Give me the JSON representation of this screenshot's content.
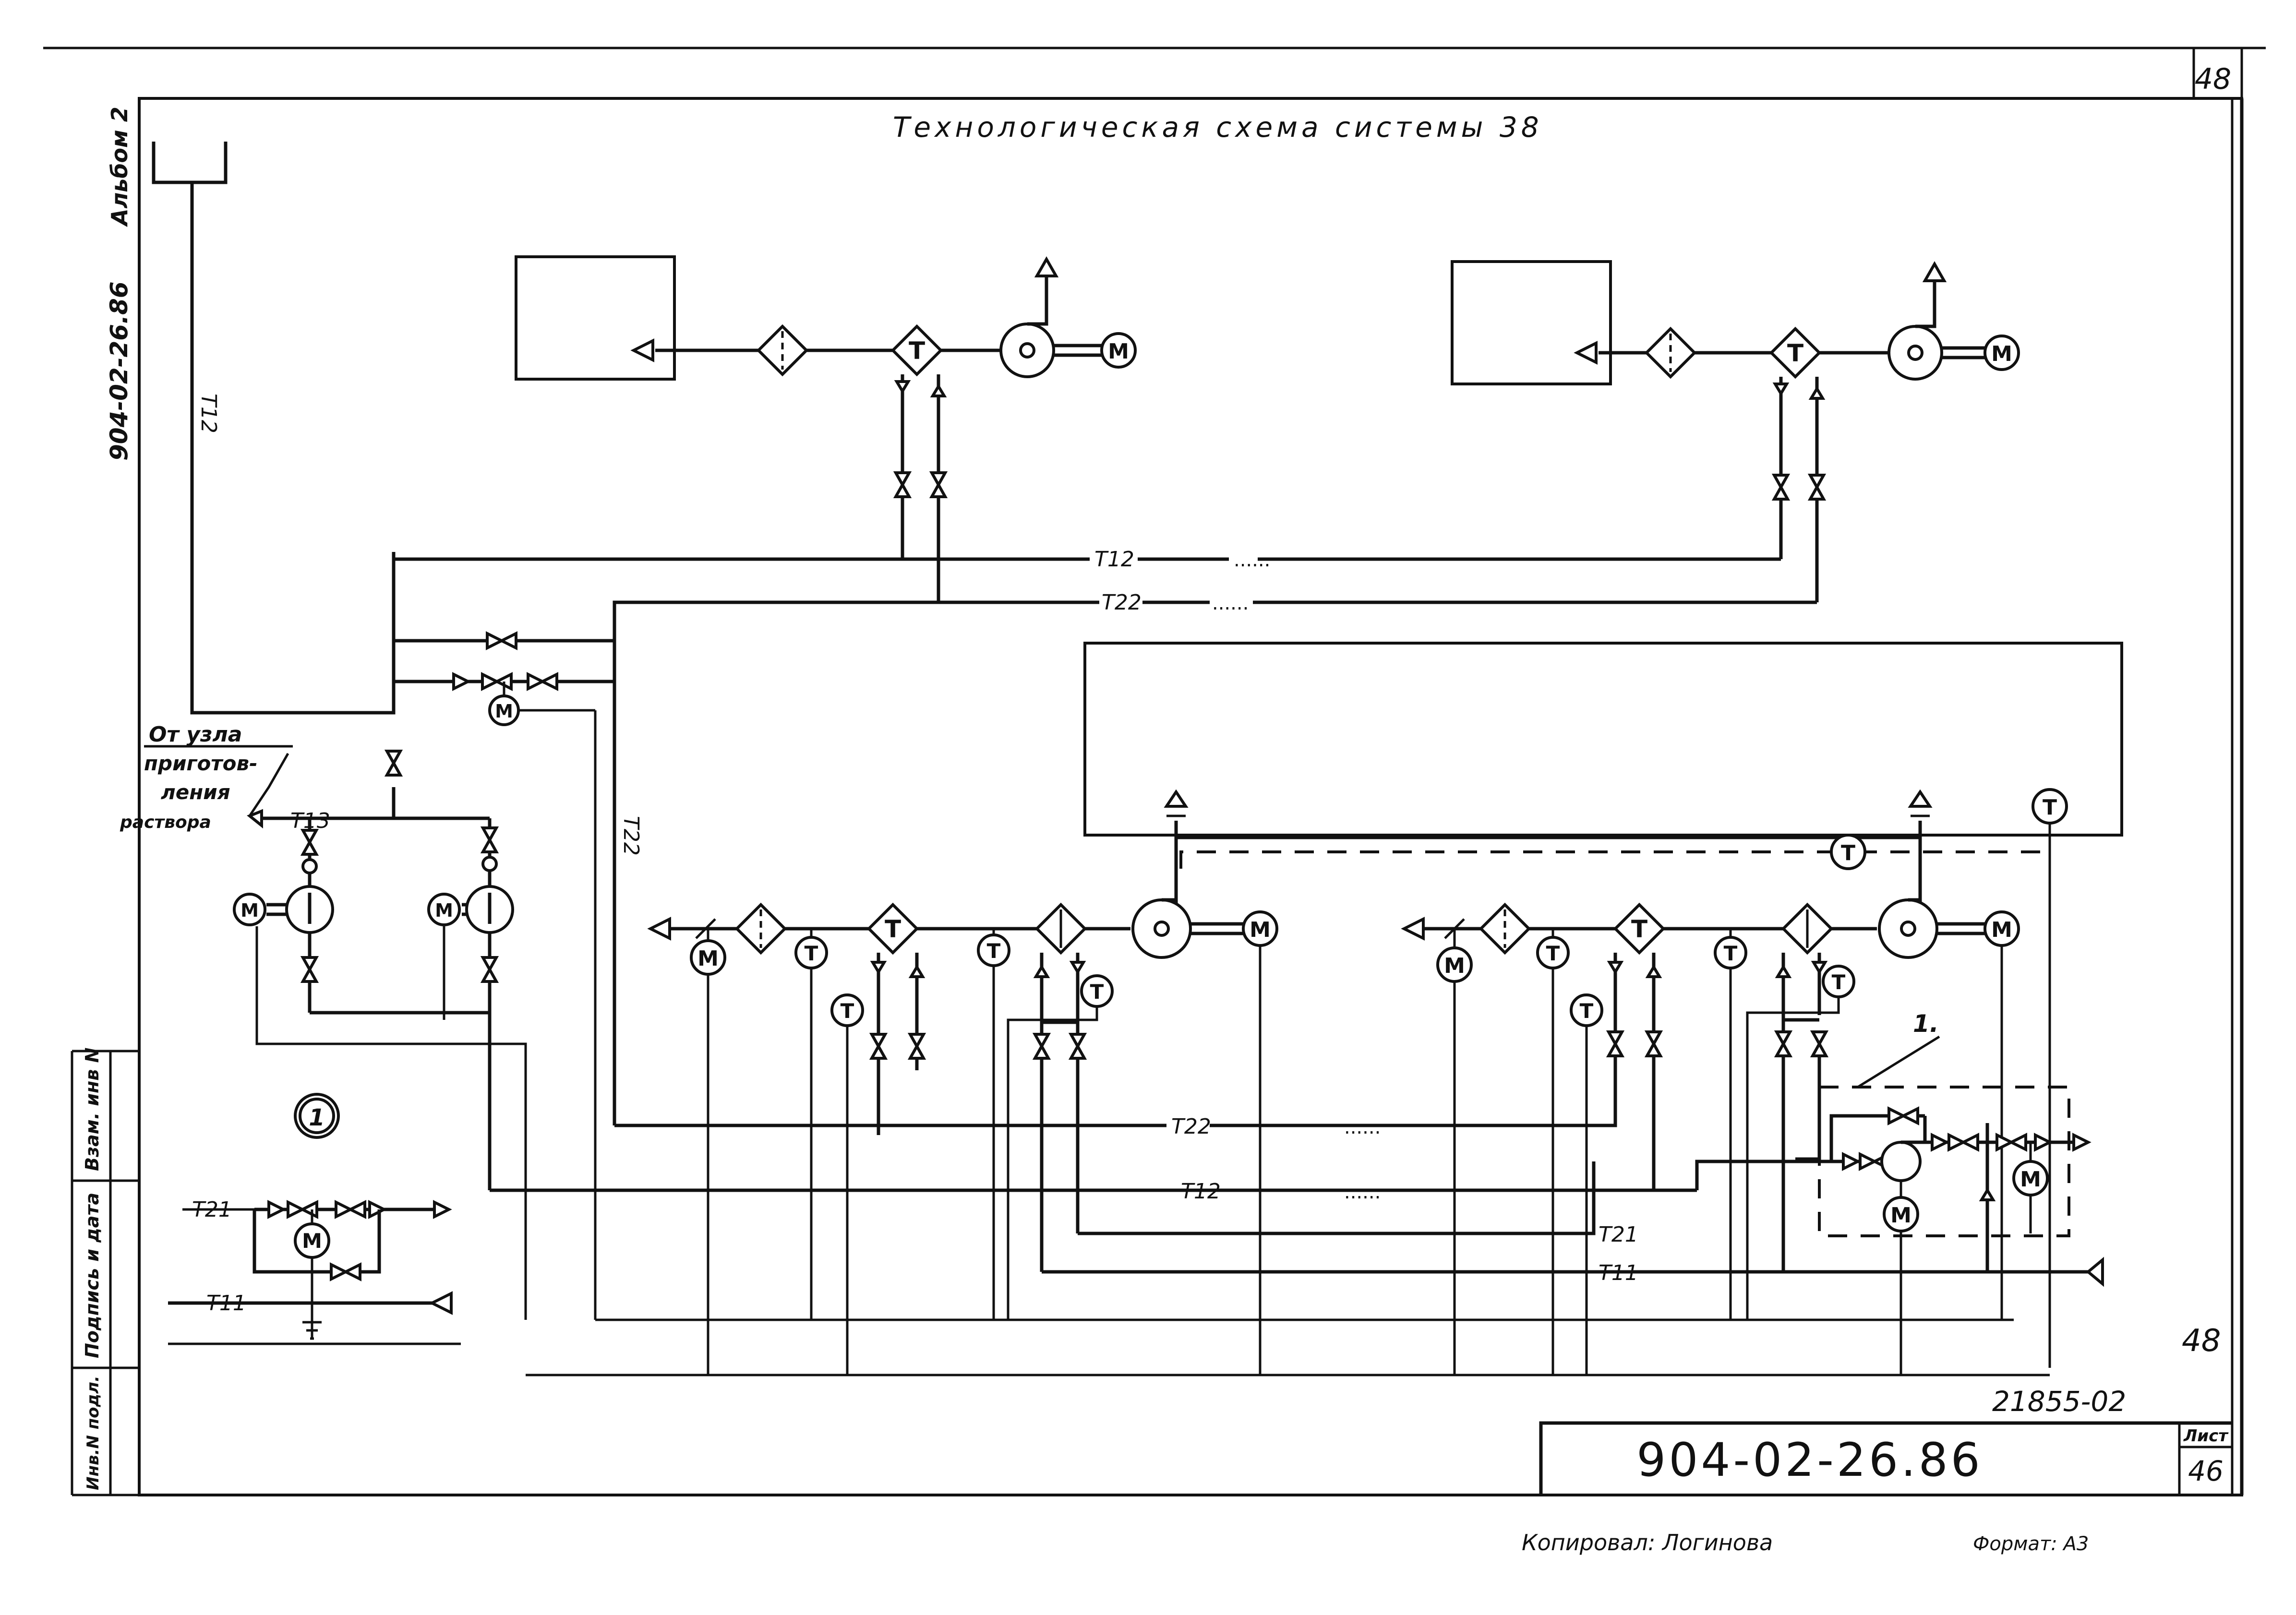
{
  "sheet": {
    "page_number_top": "48",
    "title": "Технологическая схема системы 38",
    "side_stamp": "904-02-26.86",
    "album": "Альбом 2",
    "corner_number": "48",
    "archive_number": "21855-02",
    "doc_code": "904-02-26.86",
    "sheet_label": "Лист",
    "sheet_number": "46",
    "copied_by": "Копировал: Логинова",
    "format": "Формат: А3"
  },
  "left_strip": {
    "field_1": "Взам. инв N",
    "field_2": "Подпись и дата",
    "field_3": "Инв.N подл."
  },
  "source_note": {
    "line_1": "От узла",
    "line_2": "приготов-",
    "line_3": "ления",
    "line_4": "раствора"
  },
  "pipes": {
    "t11": "T11",
    "t12": "T12",
    "t13": "T13",
    "t21": "T21",
    "t22": "T22",
    "dots": "......"
  },
  "symbols": {
    "motor": "M",
    "thermo": "T",
    "detail_callout": "1",
    "node_callout": "1."
  }
}
